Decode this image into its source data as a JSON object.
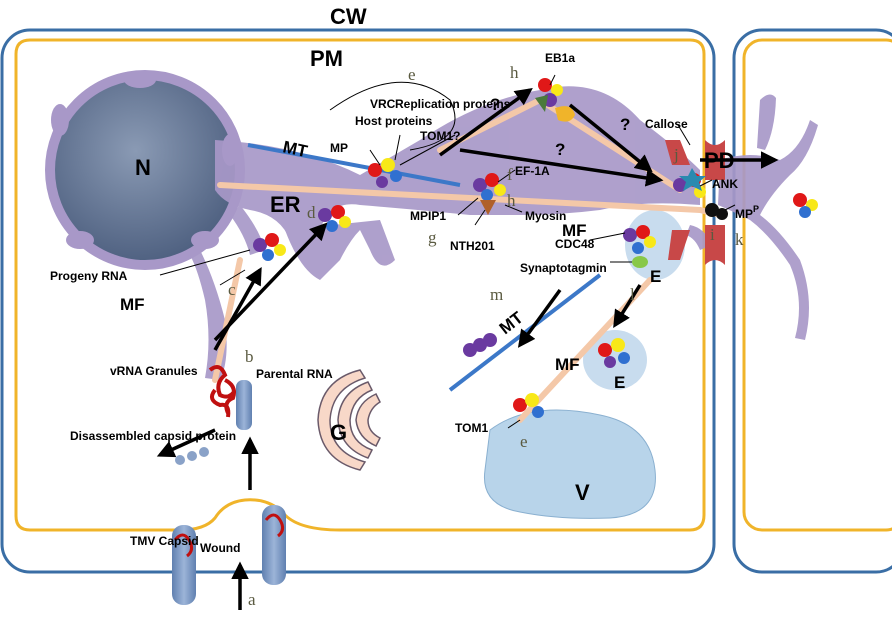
{
  "labels": {
    "cw": "CW",
    "pm": "PM",
    "n": "N",
    "er": "ER",
    "mt_top": "MT",
    "mt_right": "MT",
    "mf_left": "MF",
    "mf_mid": "MF",
    "mf_lower": "MF",
    "pd": "PD",
    "e_upper": "E",
    "e_lower": "E",
    "v": "V",
    "g": "G",
    "eb1a": "EB1a",
    "vrc": "VRC",
    "mp": "MP",
    "host_proteins": "Host proteins",
    "replication_proteins": "Replication proteins",
    "tom1_q": "TOM1?",
    "ef1a": "EF-1A",
    "myosin": "Myosin",
    "mpip1": "MPIP1",
    "nth201": "NTH201",
    "cdc48": "CDC48",
    "synaptotagmin": "Synaptotagmin",
    "callose": "Callose",
    "ank": "ANK",
    "mpp": "MP",
    "mpp_sup": "P",
    "progeny_rna": "Progeny RNA",
    "vrna_granules": "vRNA Granules",
    "parental_rna": "Parental RNA",
    "disassembled": "Disassembled capsid protein",
    "tmv_capsid": "TMV Capsid",
    "wound": "Wound",
    "tom1": "TOM1",
    "q1": "?",
    "q2": "?",
    "q3": "?"
  },
  "letters": {
    "a": "a",
    "b": "b",
    "c": "c",
    "d": "d",
    "e_top": "e",
    "e_bottom": "e",
    "f": "f",
    "g": "g",
    "h_top": "h",
    "h_mid": "h",
    "i": "i",
    "j": "j",
    "k": "k",
    "l": "l",
    "m": "m"
  },
  "colors": {
    "cell_wall": "#3a6ea5",
    "plasma_membrane": "#f0b42a",
    "er": "#a898c8",
    "nucleus": "#5c6f8f",
    "microtubule": "#3c78c8",
    "microfilament": "#f4c8a8",
    "vacuole": "#b8d4ea",
    "golgi": "#f8d8c8",
    "rna": "#c01010"
  }
}
